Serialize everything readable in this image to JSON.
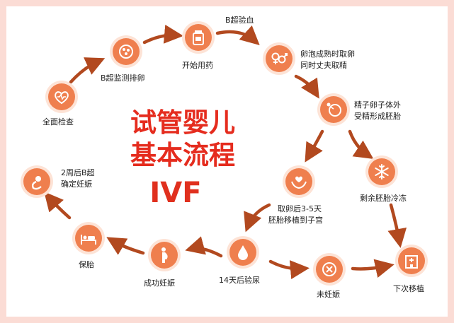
{
  "title": {
    "line1": "试管婴儿",
    "line2": "基本流程",
    "line3": "IVF"
  },
  "colors": {
    "node": "#ef7f4e",
    "arrow": "#b2491f",
    "title": "#e52c1e",
    "border": "#fbdcd5"
  },
  "steps": {
    "full_exam": "全面检查",
    "b_monitor_ovulation": "B超监测排卵",
    "start_medication": "开始用药",
    "b_blood_test": "B超验血",
    "retrieve_eggs_line1": "卵泡成熟时取卵",
    "retrieve_eggs_line2": "同时丈夫取精",
    "ivf_line1": "精子卵子体外",
    "ivf_line2": "受精形成胚胎",
    "freeze_embryos": "剩余胚胎冷冻",
    "transfer_line1": "取卵后3-5天",
    "transfer_line2": "胚胎移植到子宫",
    "urine_test": "14天后验尿",
    "not_pregnant": "未妊娠",
    "next_transfer": "下次移植",
    "pregnant": "成功妊娠",
    "pregnancy_care": "保胎",
    "confirm_line1": "2周后B超",
    "confirm_line2": "确定妊娠"
  },
  "icons": {
    "full_exam": "heart-pulse-icon",
    "b_monitor_ovulation": "ultrasound-icon",
    "start_medication": "medicine-bottle-icon",
    "retrieve_eggs": "gender-symbols-icon",
    "ivf": "fertilization-icon",
    "freeze_embryos": "snowflake-icon",
    "transfer": "hands-heart-icon",
    "urine_test": "drop-icon",
    "not_pregnant": "not-pregnant-icon",
    "next_transfer": "hospital-icon",
    "pregnant": "pregnant-woman-icon",
    "pregnancy_care": "bed-rest-icon",
    "confirm": "fetus-icon"
  }
}
